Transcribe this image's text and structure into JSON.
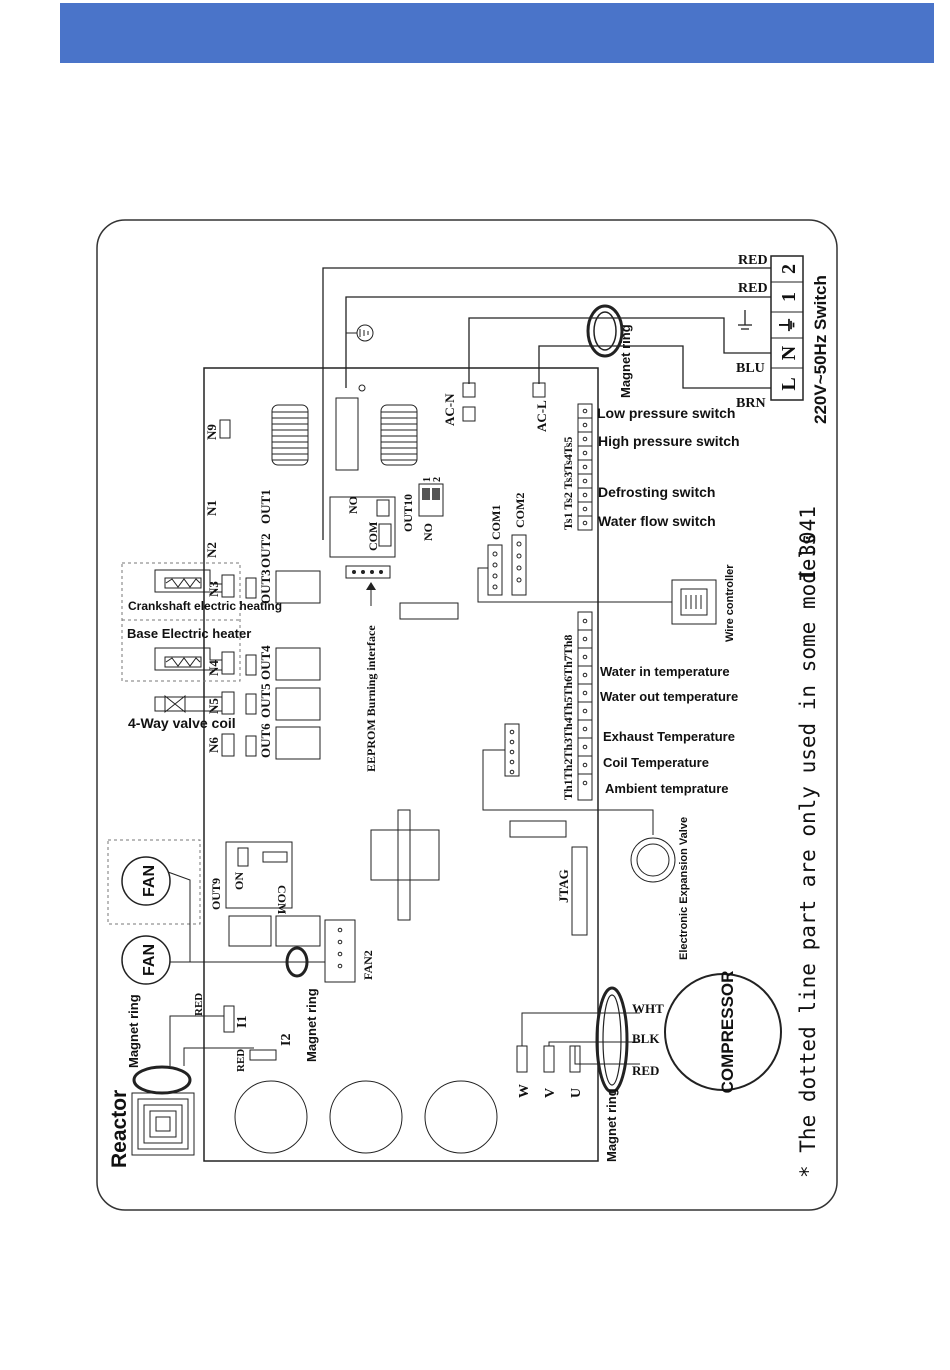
{
  "header": {
    "color": "#4a74c9"
  },
  "diagram": {
    "power": {
      "wire1": "RED",
      "wire2": "RED",
      "wire_n": "BLU",
      "wire_l": "BRN",
      "terminal_2": "2",
      "terminal_1": "1",
      "ground_symbol": "⏚",
      "terminal_n": "N",
      "terminal_l": "L",
      "supply_label": "220V~50Hz Switch"
    },
    "board": {
      "n9": "N9",
      "n1": "N1",
      "n2": "N2",
      "n3": "N3",
      "n4": "N4",
      "n5": "N5",
      "n6": "N6",
      "out1": "OUT1",
      "out2": "OUT2",
      "out3": "OUT3",
      "out4": "OUT4",
      "out5": "OUT5",
      "out6": "OUT6",
      "relay_no": "NO",
      "relay_com": "COM",
      "out10": "OUT10",
      "out10_no": "NO",
      "dip1": "1",
      "dip2": "2",
      "ac_n": "AC-N",
      "ac_l": "AC-L",
      "com1": "COM1",
      "com2": "COM2",
      "ts_labels": "Ts1 Ts2 Ts3Ts4Ts5",
      "th_labels": "Th1Th2Th3Th4Th5Th6Th7Th8",
      "eeprom": "EEPROM Burning interface",
      "out9": "OUT9",
      "out9_on": "ON",
      "out9_com": "COM",
      "fan2": "FAN2",
      "jtag": "JTAG",
      "i1": "I1",
      "i2": "I2",
      "i1_red": "RED",
      "i2_red": "RED",
      "w": "W",
      "v": "V",
      "u": "U"
    },
    "switches": {
      "low_pressure": "Low pressure switch",
      "high_pressure": "High pressure switch",
      "defrosting": "Defrosting switch",
      "water_flow": "Water flow switch"
    },
    "sensors": {
      "water_in": "Water in temperature",
      "water_out": "Water out temperature",
      "exhaust": "Exhaust Temperature",
      "coil": "Coil Temperature",
      "ambient": "Ambient temprature"
    },
    "peripherals": {
      "crankshaft": "Crankshaft electric heating",
      "base_heater": "Base Electric heater",
      "four_way": "4-Way valve coil",
      "wire_controller": "Wire controller",
      "eev": "Electronic Expansion Valve",
      "fan1": "FAN",
      "fan2": "FAN",
      "magnet_ring_top": "Magnet ring",
      "magnet_ring_fan": "Magnet ring",
      "magnet_ring_reactor": "Magnet ring",
      "magnet_ring_comp": "Magnet ring",
      "reactor": "Reactor",
      "compressor": "COMPRESSOR",
      "wht": "WHT",
      "blk": "BLK",
      "red": "RED"
    },
    "note": "* The dotted line part are only used in some models",
    "model": "I-3041"
  }
}
